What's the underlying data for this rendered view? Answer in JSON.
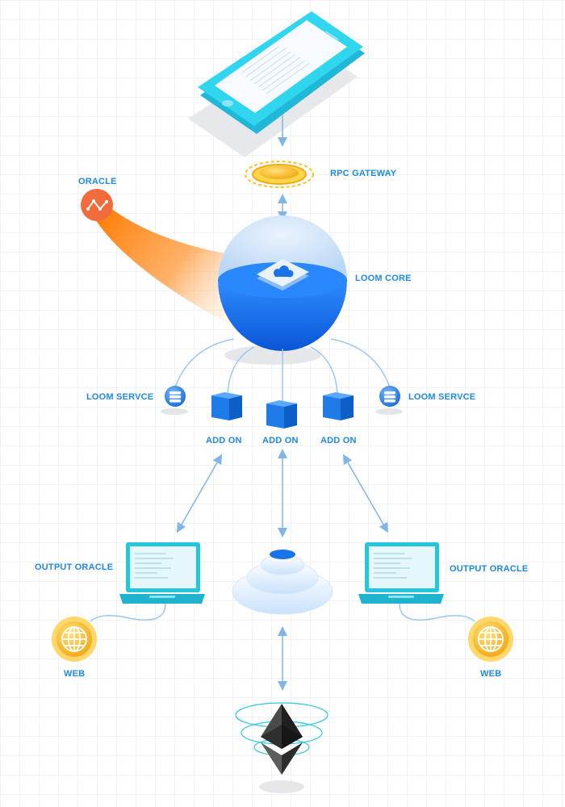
{
  "labels": {
    "rpc_gateway": "RPC GATEWAY",
    "oracle": "ORACLE",
    "loom_core": "LOOM CORE",
    "loom_service_left": "LOOM  SERVCE",
    "loom_service_right": "LOOM  SERVCE",
    "add_on_left": "ADD ON",
    "add_on_center": "ADD ON",
    "add_on_right": "ADD ON",
    "output_oracle_left": "OUTPUT ORACLE",
    "output_oracle_right": "OUTPUT ORACLE",
    "web_left": "WEB",
    "web_right": "WEB"
  },
  "icons": {
    "phone": "smartphone-icon",
    "gateway": "gateway-ring-icon",
    "oracle": "chart-line-icon",
    "core": "cloud-chip-icon",
    "service": "server-stack-icon",
    "addon": "cube-icon",
    "laptop": "laptop-icon",
    "globe": "globe-icon",
    "stack": "layered-disc-icon",
    "ethereum": "ethereum-icon"
  },
  "colors": {
    "accent": "#1e88e5",
    "phone": "#29d3ea",
    "gateway": "#ffc21a",
    "oracle": "#f26b3a",
    "core": "#1a73e8",
    "globe": "#ffc12e",
    "laptop": "#23c6da",
    "ethereum": "#2f2f2f"
  }
}
